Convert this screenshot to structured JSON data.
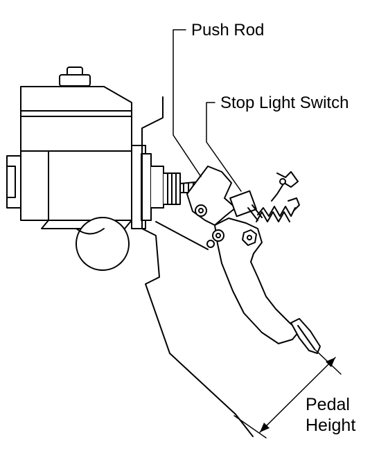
{
  "labels": {
    "push_rod": "Push Rod",
    "stop_light_switch": "Stop Light Switch",
    "pedal_height_line1": "Pedal",
    "pedal_height_line2": "Height"
  },
  "colors": {
    "ink": "#000000",
    "paper": "#ffffff"
  }
}
